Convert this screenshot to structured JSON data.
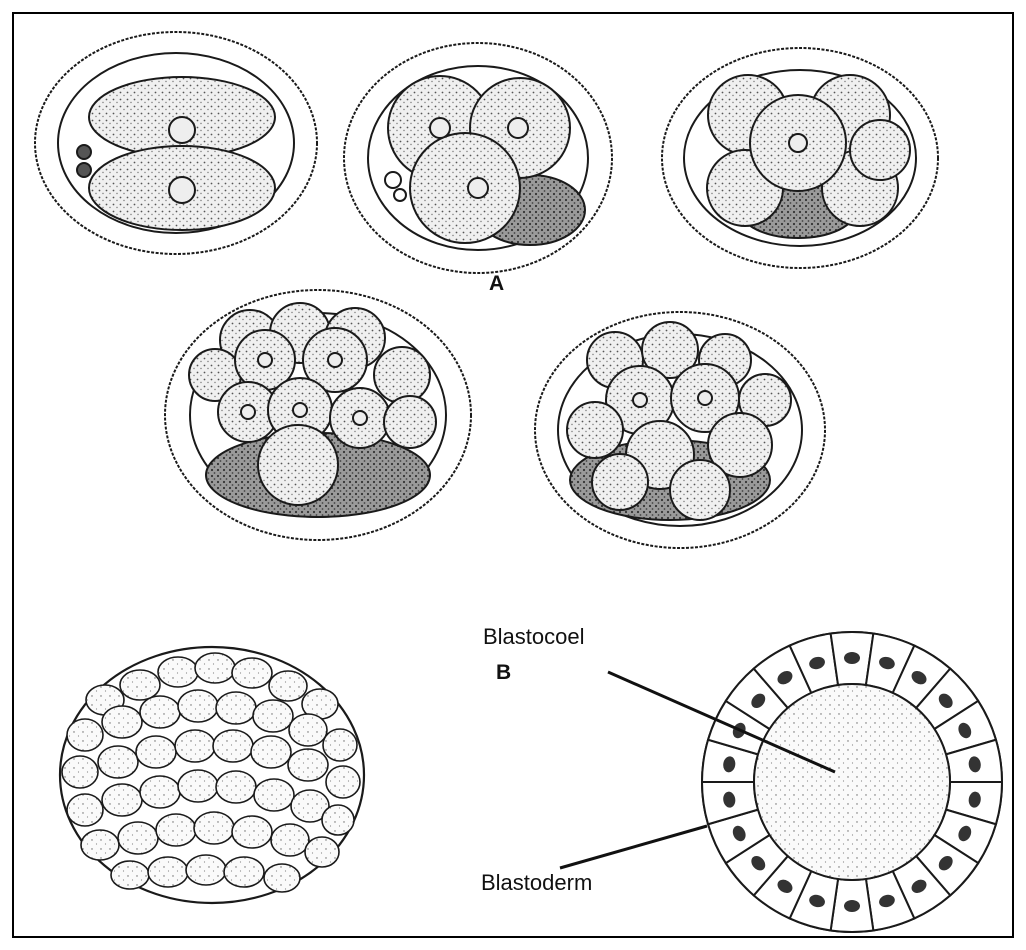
{
  "figure": {
    "part_a_label": "A",
    "part_b_label": "B",
    "blastocoel_label": "Blastocoel",
    "blastoderm_label": "Blastoderm"
  },
  "colors": {
    "ink": "#1a1a1a",
    "cell_fill": "#dcdcdc",
    "dark_cell_fill": "#8a8a8a",
    "nucleus_fill": "#333333"
  },
  "stages": [
    "2-cell",
    "4-cell",
    "8-cell",
    "16-cell",
    "32-cell",
    "morula",
    "blastula"
  ]
}
